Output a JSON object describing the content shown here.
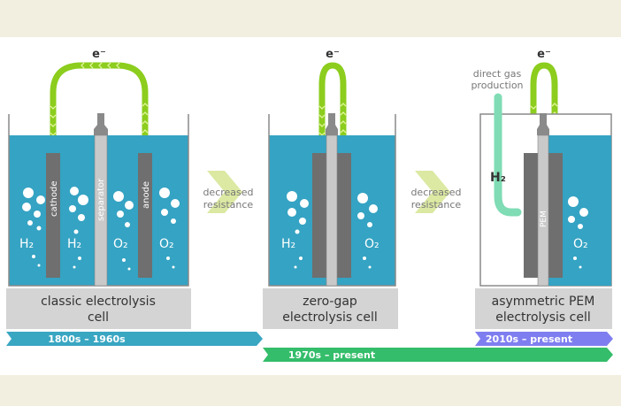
{
  "colors": {
    "background": "#f2eee0",
    "panel": "#ffffff",
    "electrolyte": "#35a3c3",
    "electrode": "#6f6f6f",
    "separator": "#c9c9c9",
    "wire": "#8ccd1e",
    "arrow": "#dbe9a3",
    "label_box": "#d4d4d4",
    "timeline_blue": "#39a6c2",
    "timeline_green": "#34bd6a",
    "timeline_purple": "#7f7ef0",
    "gas_pipe": "#7fdcb4"
  },
  "cells": {
    "classic": {
      "electron": "e⁻",
      "cathode": "cathode",
      "separator": "separator",
      "anode": "anode",
      "h2_left": "H₂",
      "h2_right": "H₂",
      "o2_left": "O₂",
      "o2_right": "O₂",
      "label_line1": "classic electrolysis",
      "label_line2": "cell"
    },
    "zero_gap": {
      "electron": "e⁻",
      "h2": "H₂",
      "o2": "O₂",
      "label_line1": "zero-gap",
      "label_line2": "electrolysis cell"
    },
    "pem": {
      "electron": "e⁻",
      "direct_line1": "direct gas",
      "direct_line2": "production",
      "h2": "H₂",
      "pem": "PEM",
      "o2": "O₂",
      "label_line1": "asymmetric PEM",
      "label_line2": "electrolysis cell"
    }
  },
  "transitions": [
    {
      "line1": "decreased",
      "line2": "resistance"
    },
    {
      "line1": "decreased",
      "line2": "resistance"
    }
  ],
  "timeline": {
    "era1": "1800s – 1960s",
    "era2": "1970s – present",
    "era3": "2010s – present"
  }
}
